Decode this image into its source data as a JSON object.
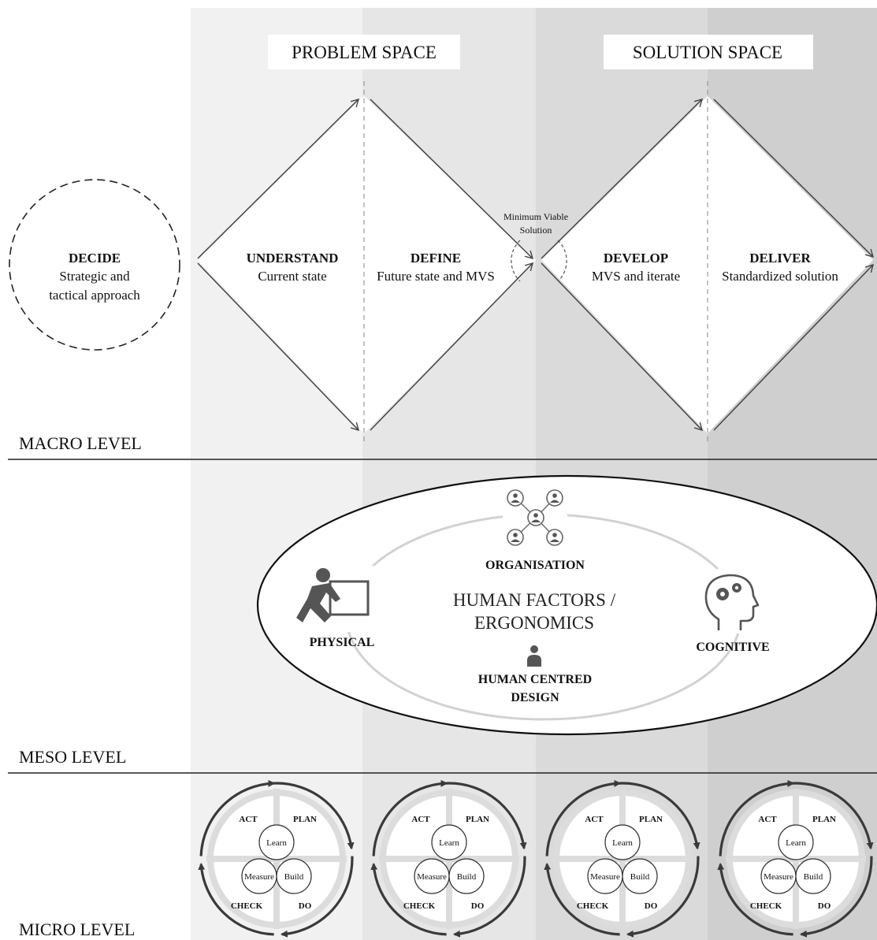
{
  "headers": {
    "problem_space": "PROBLEM SPACE",
    "solution_space": "SOLUTION SPACE"
  },
  "macro": {
    "level_label": "MACRO LEVEL",
    "decide": {
      "title": "DECIDE",
      "line1": "Strategic and",
      "line2": "tactical approach"
    },
    "understand": {
      "title": "UNDERSTAND",
      "subtitle": "Current state"
    },
    "define": {
      "title": "DEFINE",
      "subtitle": "Future state and MVS"
    },
    "mvs": {
      "line1": "Minimum Viable",
      "line2": "Solution"
    },
    "develop": {
      "title": "DEVELOP",
      "subtitle": "MVS and iterate"
    },
    "deliver": {
      "title": "DELIVER",
      "subtitle": "Standardized solution"
    }
  },
  "meso": {
    "level_label": "MESO LEVEL",
    "center_line1": "HUMAN FACTORS /",
    "center_line2": "ERGONOMICS",
    "organisation": "ORGANISATION",
    "physical": "PHYSICAL",
    "cognitive": "COGNITIVE",
    "hcd_line1": "HUMAN CENTRED",
    "hcd_line2": "DESIGN"
  },
  "micro": {
    "level_label": "MICRO LEVEL",
    "cycles": [
      {
        "act": "ACT",
        "plan": "PLAN",
        "check": "CHECK",
        "do": "DO",
        "learn": "Learn",
        "measure": "Measure",
        "build": "Build"
      },
      {
        "act": "ACT",
        "plan": "PLAN",
        "check": "CHECK",
        "do": "DO",
        "learn": "Learn",
        "measure": "Measure",
        "build": "Build"
      },
      {
        "act": "ACT",
        "plan": "PLAN",
        "check": "CHECK",
        "do": "DO",
        "learn": "Learn",
        "measure": "Measure",
        "build": "Build"
      },
      {
        "act": "ACT",
        "plan": "PLAN",
        "check": "CHECK",
        "do": "DO",
        "learn": "Learn",
        "measure": "Measure",
        "build": "Build"
      }
    ]
  },
  "colors": {
    "band1": "#f1f1f1",
    "band2": "#e6e6e6",
    "band3": "#dadada",
    "band4": "#cfcfcf",
    "line": "#3a3a3a",
    "text": "#111111"
  }
}
